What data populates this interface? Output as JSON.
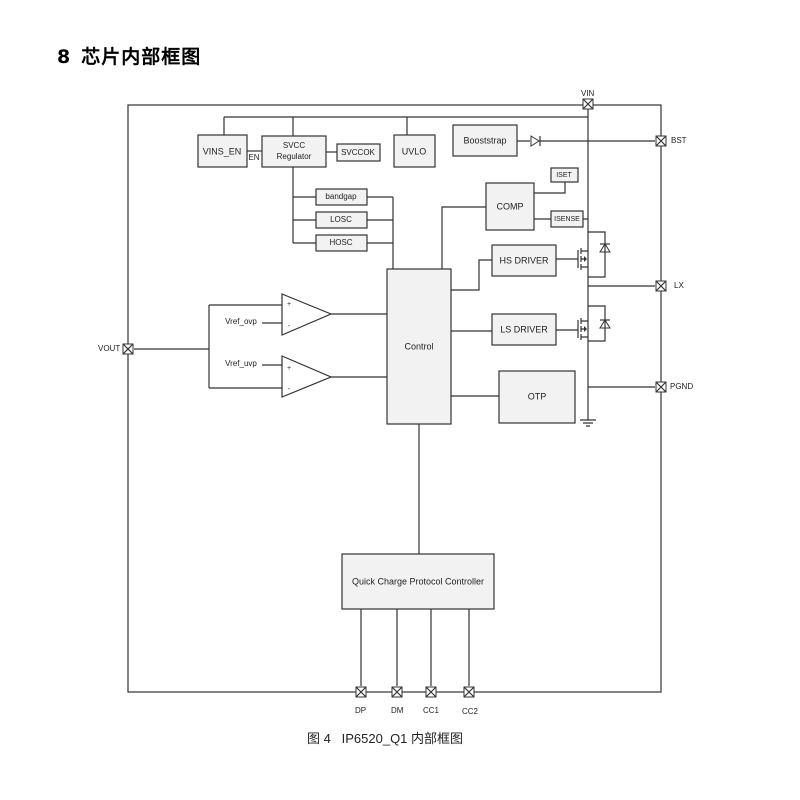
{
  "heading": {
    "number": "8",
    "title": "芯片内部框图"
  },
  "caption": {
    "prefix": "图 4",
    "text": "IP6520_Q1 内部框图"
  },
  "blocks": {
    "vins_en": "VINS_EN",
    "en": "EN",
    "svcc_line1": "SVCC",
    "svcc_line2": "Regulator",
    "svccok": "SVCCOK",
    "uvlo": "UVLO",
    "boostrap": "Booststrap",
    "bandgap": "bandgap",
    "losc": "LOSC",
    "hosc": "HOSC",
    "comp": "COMP",
    "iset": "ISET",
    "isense": "ISENSE",
    "hs_driver": "HS DRIVER",
    "ls_driver": "LS DRIVER",
    "control": "Control",
    "otp": "OTP",
    "qc": "Quick Charge Protocol Controller",
    "vref_ovp": "Vref_ovp",
    "vref_uvp": "Vref_uvp",
    "plus": "+",
    "minus": "-"
  },
  "pins": {
    "vin": "VIN",
    "bst": "BST",
    "lx": "LX",
    "pgnd": "PGND",
    "vout": "VOUT",
    "dp": "DP",
    "dm": "DM",
    "cc1": "CC1",
    "cc2": "CC2"
  }
}
